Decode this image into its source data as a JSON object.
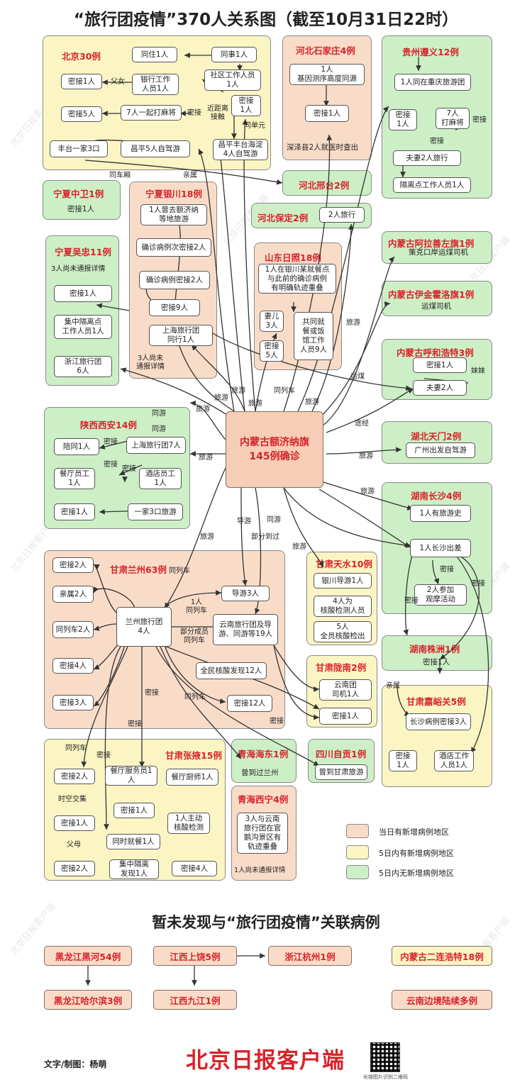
{
  "title": "“旅行团疫情”370人关系图（截至10月31日22时）",
  "watermark": "北京日报客户端",
  "center": "内蒙古额济纳旗\n145例确诊",
  "regions": [
    {
      "key": "bj",
      "label": "北京30例",
      "cls": "five"
    },
    {
      "key": "hbsjz",
      "label": "河北石家庄4例",
      "cls": "new"
    },
    {
      "key": "gzzy",
      "label": "贵州遵义12例",
      "cls": "none"
    },
    {
      "key": "hbxt",
      "label": "河北邢台2例",
      "cls": "none"
    },
    {
      "key": "nxzw",
      "label": "宁夏中卫1例",
      "cls": "none"
    },
    {
      "key": "nxyc",
      "label": "宁夏银川18例",
      "cls": "new"
    },
    {
      "key": "hbbd",
      "label": "河北保定2例",
      "cls": "none"
    },
    {
      "key": "nxwz",
      "label": "宁夏吴忠11例",
      "cls": "none"
    },
    {
      "key": "sdrz",
      "label": "山东日照18例",
      "cls": "new"
    },
    {
      "key": "nmalsz",
      "label": "内蒙古阿拉善左旗1例",
      "cls": "none"
    },
    {
      "key": "nmyjhl",
      "label": "内蒙古伊金霍洛旗1例",
      "cls": "none"
    },
    {
      "key": "nmhhht",
      "label": "内蒙古呼和浩特3例",
      "cls": "none"
    },
    {
      "key": "sxxa",
      "label": "陕西西安14例",
      "cls": "none"
    },
    {
      "key": "hbtm",
      "label": "湖北天门2例",
      "cls": "none"
    },
    {
      "key": "hncs",
      "label": "湖南长沙4例",
      "cls": "none"
    },
    {
      "key": "gslz",
      "label": "甘肃兰州63例",
      "cls": "new"
    },
    {
      "key": "gsts",
      "label": "甘肃天水10例",
      "cls": "five"
    },
    {
      "key": "hnzz",
      "label": "湖南株洲1例",
      "cls": "none"
    },
    {
      "key": "gsln",
      "label": "甘肃陇南2例",
      "cls": "five"
    },
    {
      "key": "gsjyg",
      "label": "甘肃嘉峪关5例",
      "cls": "five"
    },
    {
      "key": "gszy",
      "label": "甘肃张掖15例",
      "cls": "five"
    },
    {
      "key": "qhhd",
      "label": "青海海东1例",
      "cls": "none"
    },
    {
      "key": "sczg",
      "label": "四川自贡1例",
      "cls": "none"
    },
    {
      "key": "qhxn",
      "label": "青海西宁4例",
      "cls": "new"
    }
  ],
  "nodes": {
    "bj_tongzhu": "同住1人",
    "bj_tongshi": "同事1人",
    "bj_yinhang": "银行工作\n人员1人",
    "bj_shequ": "社区工作人员\n1人",
    "bj_mijie1": "密接1人",
    "bj_mijie1b": "密接\n1人",
    "bj_mijie5": "密接5人",
    "bj_majiang": "7人一起打麻将",
    "bj_fengtai": "丰台一家3口",
    "bj_changping5": "昌平5人自驾游",
    "bj_changping4": "昌平丰台海淀\n4人自驾游",
    "sjz_jiyin": "1人\n基因测序高度同源",
    "sjz_mijie": "密接1人",
    "sjz_shenze": "深泽县2人就医时查出",
    "zy_tong": "1人同在重庆旅游团",
    "zy_mijie": "密接\n1人",
    "zy_majiang": "7人\n打麻将",
    "zy_fuqi": "夫妻2人旅行",
    "zy_geli": "隔离点工作人员1人",
    "zw_mijie": "密接1人",
    "yc_jina": "1人曾去额济纳\n等地旅游",
    "yc_queren": "确诊病例次密接2人",
    "yc_queren2": "确诊病例密接2人",
    "yc_mijie9": "密接9人",
    "yc_shanghai": "上海旅行团\n同行1人",
    "bd_lvxing": "2人旅行",
    "wz_mijie": "密接1人",
    "wz_jizhong": "集中隔离点\n工作人员1人",
    "wz_zhejiang": "浙江旅行团\n6人",
    "rz_yinchuan": "1人在银川某就餐点\n与此前的确诊病例\n有明确轨迹重叠",
    "rz_qier": "妻儿\n3人",
    "rz_mijie5": "密接\n5人",
    "rz_canguan": "共同就\n餐或饭\n馆工作\n人员9人",
    "als_siji": "策克口岸运煤司机",
    "yjh_siji": "运煤司机",
    "hh_mijie": "密接1人",
    "hh_fuqi": "夫妻2人",
    "xa_peitong": "陪同1人",
    "xa_shanghai": "上海旅行团7人",
    "xa_canting": "餐厅员工\n1人",
    "xa_jiudian": "酒店员工\n1人",
    "xa_mijie": "密接1人",
    "xa_yijia": "一家3口旅游",
    "tm_guangzhou": "广州出发自驾游",
    "cs_lvyou": "1人有旅游史",
    "cs_chucha": "1人长沙出差",
    "cs_guanmo": "2人参加\n观摩活动",
    "lz_mijie2": "密接2人",
    "lz_qinshu": "亲属2人",
    "lz_lvxingtuan": "兰州旅行团\n4人",
    "lz_tongliechne": "同列车2人",
    "lz_mijie4": "密接4人",
    "lz_mijie3": "密接3人",
    "lz_daoyou": "导游3人",
    "lz_yunnan": "云南旅行团及导\n游、同游等19人",
    "lz_quanmin": "全民核酸发现12人",
    "lz_mijie12": "密接12人",
    "ts_daoyou": "银川导游1人",
    "ts_hesuan": "4人为\n核酸检测人员",
    "ts_quanyuan": "5人\n全员核酸检出",
    "zz_mijie": "密接1人",
    "ln_siji": "云南团\n司机1人",
    "ln_mijie": "密接1人",
    "jyg_changsha": "长沙病例密接3人",
    "jyg_mijie": "密接\n1人",
    "jyg_jiudian": "酒店工作\n人员1人",
    "zy2_mijie2": "密接2人",
    "zy2_canting": "餐厅服务员1\n人",
    "zy2_chushi": "餐厅厨师1人",
    "zy2_mijie1a": "密接1人",
    "zy2_mijie1b": "密接1人",
    "zy2_tongshi": "同时就餐1人",
    "zy2_zhudong": "1人主动\n核酸检测",
    "zy2_mijie2b": "密接2人",
    "zy2_jizhong": "集中隔离\n发现1人",
    "zy2_mijie4": "密接4人",
    "hd_lanzhou": "曾到过兰州",
    "zg_gansu": "曾到甘肃旅游",
    "xn_yunnan": "3人与云南\n旅行团在官\n鹅沟景区有\n轨迹重叠"
  },
  "labels": {
    "fuyu": "父女",
    "jinjuli": "近距离\n接触",
    "mijie_a": "密接",
    "tongdanyuan": "同单元",
    "tongchexiang": "同车厢",
    "qinshu": "亲属",
    "wz_note": "3人尚未通报详情",
    "yc_note": "3人尚未\n通报详情",
    "rz_lvyou": "旅游",
    "lvyou1": "旅游",
    "lvyou2": "旅游",
    "lvyou3": "旅游",
    "lvyou4": "旅游",
    "lvyou5": "旅游",
    "lvyou6": "旅游",
    "lvyou7": "旅游",
    "yunmei": "运煤",
    "tongliechne1": "同列车",
    "tujing": "途经",
    "meimei": "妹妹",
    "tongyou1": "同游",
    "tongyou2": "同游",
    "mijie_xa1": "密接",
    "mijie_xa2": "密接",
    "mijie_xa3": "密接",
    "mijie_zy": "密接",
    "mijie_zy2": "密接",
    "daoyou": "导游",
    "bufen": "部分到过",
    "tongyou3": "同游",
    "lvyou8": "旅游",
    "tongliechne2": "同列车",
    "lvyou9": "旅游",
    "yiren": "1人\n同列车",
    "bufenchengyuan": "部分成员\n同列车",
    "mijie_lz1": "密接",
    "tongliechne3": "同列车",
    "mijie_lz2": "密接",
    "mijie_lz3": "密接",
    "mijie_cs": "密接",
    "mijie_cs2": "密接",
    "mijie_cs3": "密接",
    "qinshu2": "亲属",
    "tongliechne4": "同列车",
    "shikong": "时空交集",
    "fumu": "父母",
    "mijie_zy3": "密接",
    "lvyou10": "旅游",
    "xn_note": "1人尚未通报详情",
    "lvyou_zy": "旅游"
  },
  "legend": [
    {
      "text": "当日有新增病例地区",
      "cls": "new"
    },
    {
      "text": "5日内有新增病例地区",
      "cls": "five"
    },
    {
      "text": "5日内无新增病例地区",
      "cls": "none"
    }
  ],
  "subtitle": "暂未发现与“旅行团疫情”关联病例",
  "unlinked": {
    "hlj_heihe": "黑龙江黑河54例",
    "jx_shangrao": "江西上饶5例",
    "zj_hangzhou": "浙江杭州1例",
    "nm_erlian": "内蒙古二连浩特18例",
    "hlj_haerbin": "黑龙江哈尔滨3例",
    "jx_jiujiang": "江西九江1例",
    "yn_bianjing": "云南边境陆续多例"
  },
  "credit": "文字/制图：杨萌",
  "logo": "北京日报客户端",
  "qr_caption": "长按图片识别二维码",
  "colors": {
    "accent": "#d8232a",
    "new": "#f9dcc8",
    "five": "#fbf5c4",
    "none": "#cdefc6"
  }
}
